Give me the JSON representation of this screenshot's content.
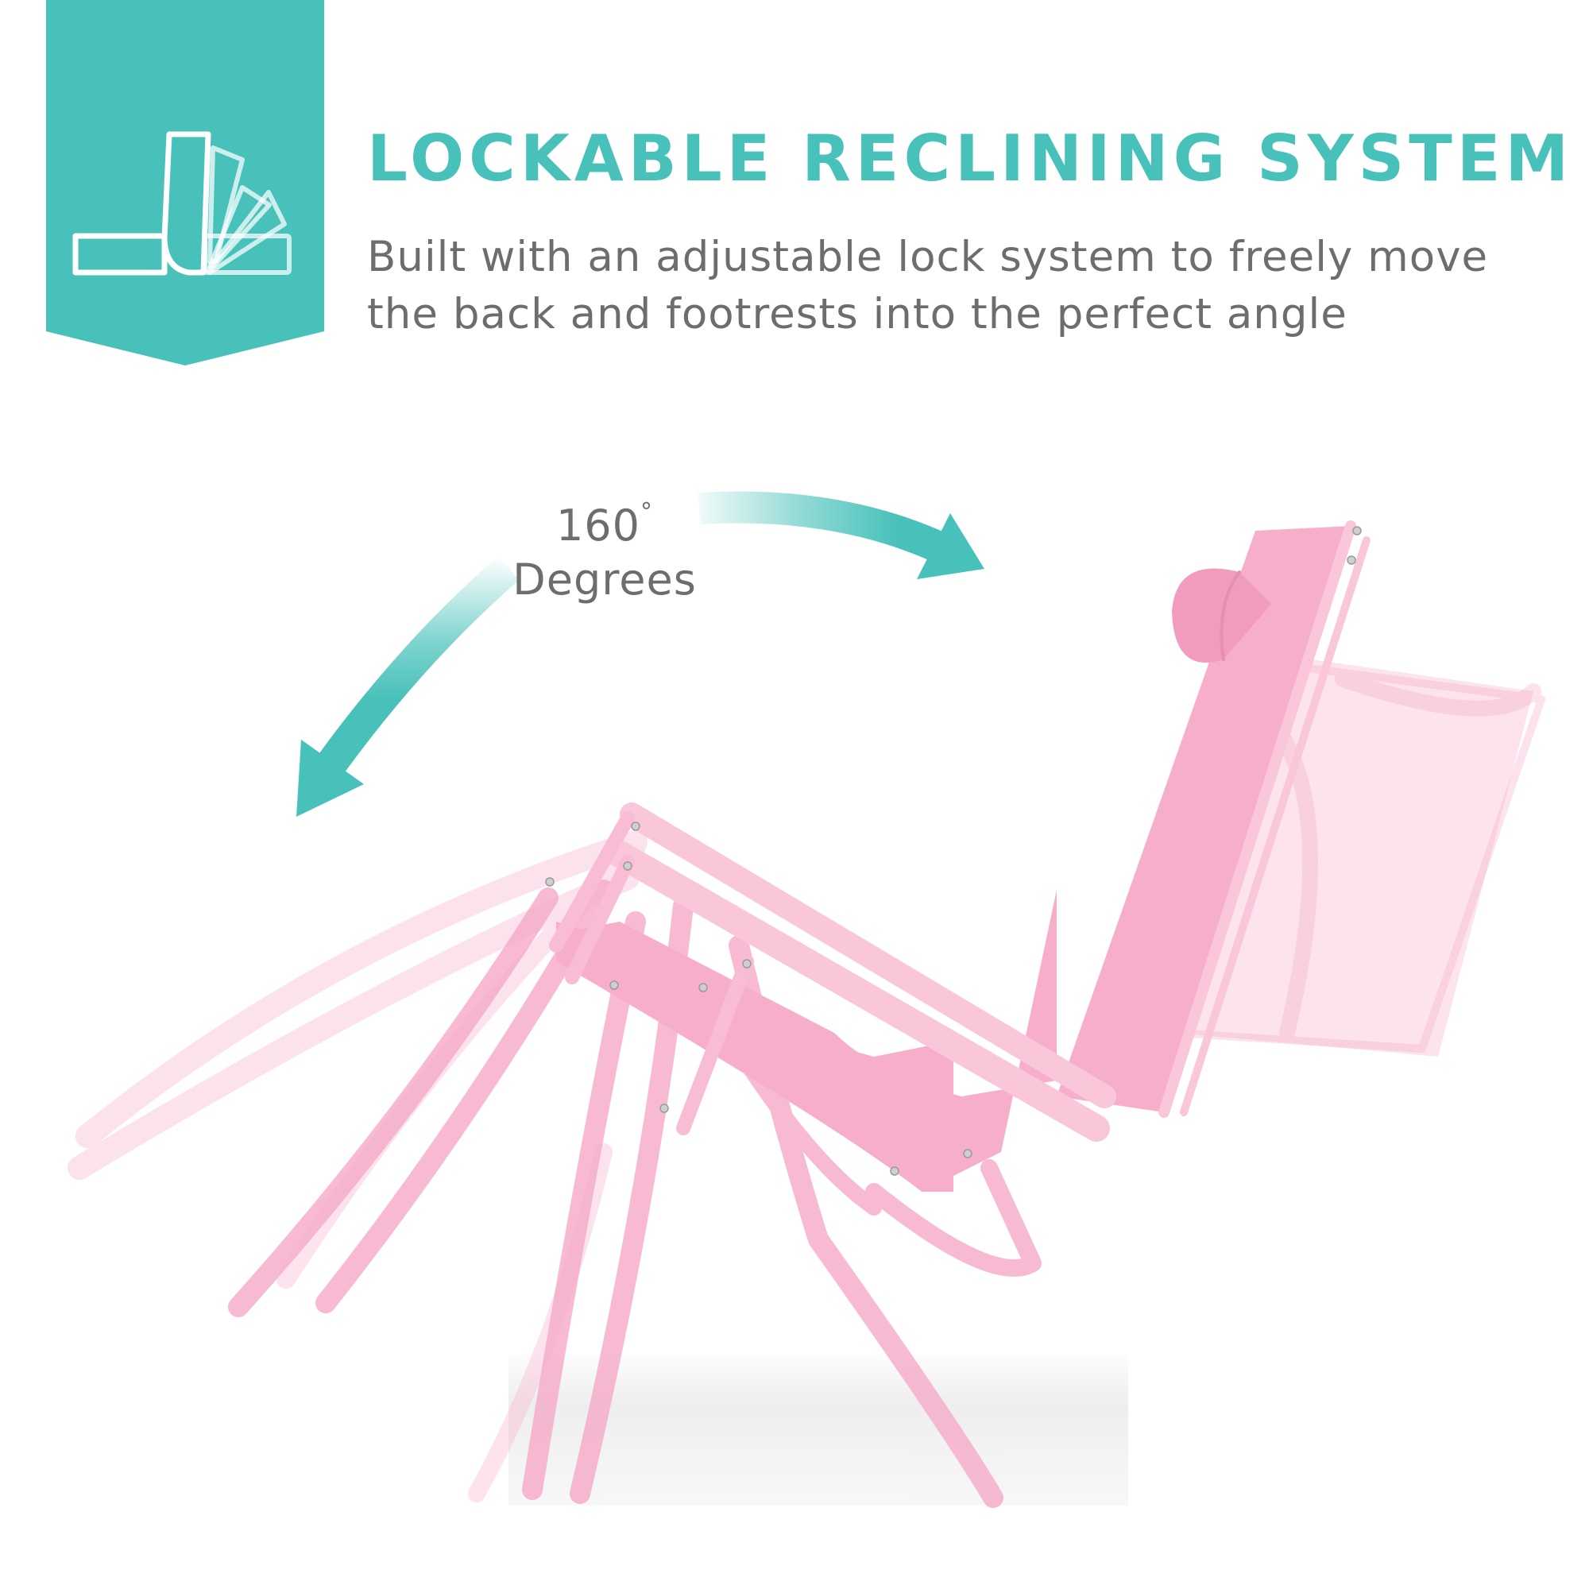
{
  "feature": {
    "icon": "recline-angle-icon",
    "title": "LOCKABLE RECLINING SYSTEM",
    "description_lines": [
      "Built with an adjustable lock system to freely move",
      "the back and footrests into the perfect angle"
    ]
  },
  "angle_callout": {
    "value": "160",
    "degree_symbol": "°",
    "unit_label": "Degrees",
    "icon": "double-curved-arrow-icon"
  },
  "product": {
    "image": "zero-gravity-lounge-chair",
    "color_name": "pink"
  },
  "colors": {
    "accent": "#48C1BA",
    "text": "#6D6D6D",
    "product_pink": "#F6AECB",
    "product_pink_light": "#FBD3E3",
    "white": "#FFFFFF"
  }
}
